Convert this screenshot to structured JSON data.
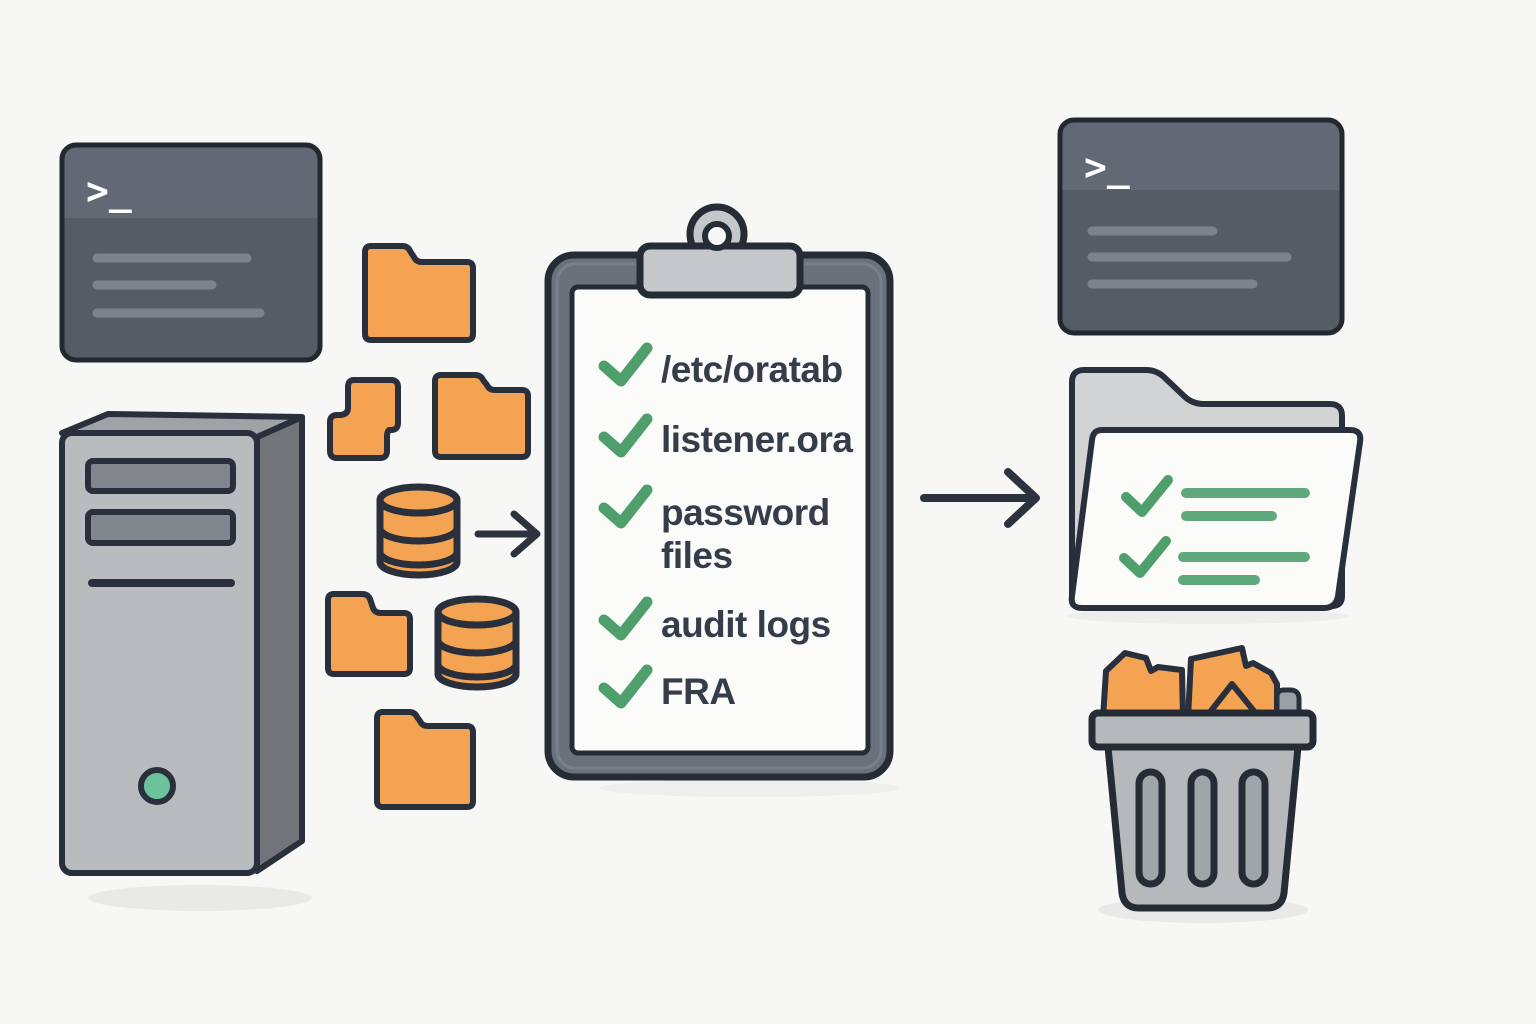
{
  "illustration": {
    "background_color": "#f7f7f5",
    "palette": {
      "outline_navy": "#2a303b",
      "accent_orange": "#f4a353",
      "check_green": "#4f9f6c",
      "folder_list_green": "#5fa87c",
      "terminal_body_gray": "#565c66",
      "terminal_header_gray": "#626974",
      "paper_white": "#fbfbfa",
      "server_front_gray": "#b9bcbe",
      "clipboard_gray": "#6b717b",
      "clip_metal_gray": "#c5c8cb",
      "trash_gray": "#b6b9bc",
      "power_button_green": "#6cc39b"
    },
    "terminal_left": {
      "prompt": ">_"
    },
    "terminal_right": {
      "prompt": ">_"
    },
    "clipboard_checklist": {
      "items": [
        {
          "label": "/etc/oratab"
        },
        {
          "label": "listener.ora"
        },
        {
          "label_line1": "password",
          "label_line2": "files"
        },
        {
          "label": "audit logs"
        },
        {
          "label": "FRA"
        }
      ]
    }
  }
}
